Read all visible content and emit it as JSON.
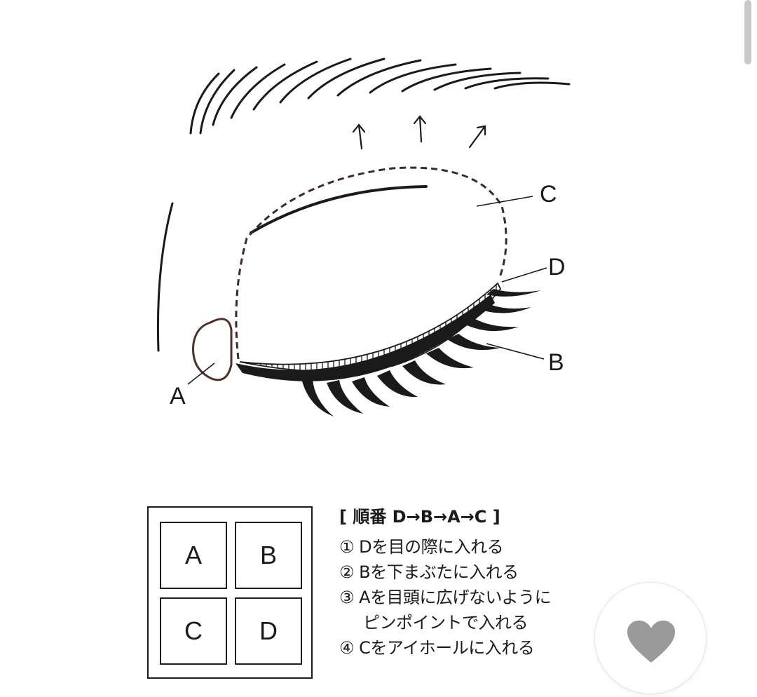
{
  "diagram": {
    "labels": {
      "a": "A",
      "b": "B",
      "c": "C",
      "d": "D"
    }
  },
  "palette": {
    "pans": {
      "a": "A",
      "b": "B",
      "c": "C",
      "d": "D"
    }
  },
  "instructions": {
    "title": "[ 順番 D→B→A→C ]",
    "steps": [
      "① Dを目の際に入れる",
      "② Bを下まぶたに入れる",
      "③ Aを目頭に広げないように",
      "ピンポイントで入れる",
      "④ Cをアイホールに入れる"
    ]
  },
  "like_button": {
    "icon": "heart-icon",
    "color": "#9a9a9a"
  },
  "colors": {
    "ink": "#1a1a1a",
    "a_outline": "#4a3228",
    "c_dash": "#3a2a2a"
  }
}
